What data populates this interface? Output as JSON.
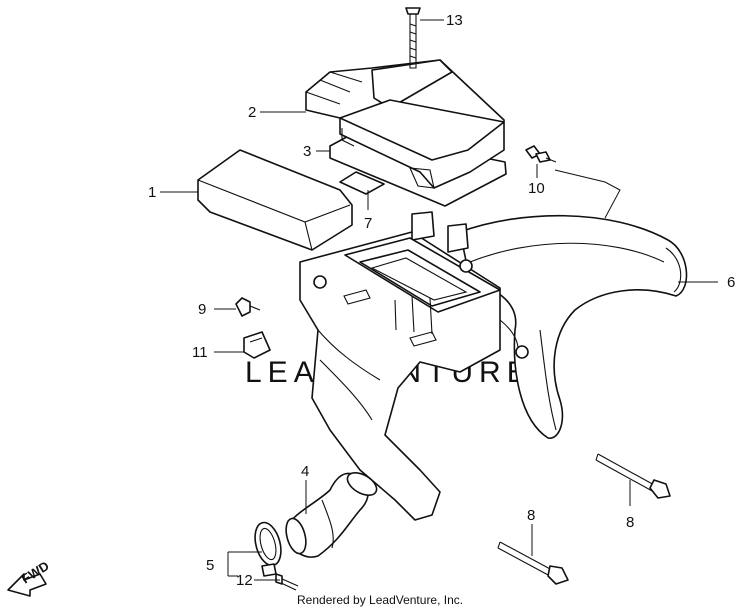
{
  "diagram": {
    "callouts": [
      "1",
      "2",
      "3",
      "4",
      "5",
      "6",
      "7",
      "8",
      "8",
      "9",
      "10",
      "11",
      "12",
      "13"
    ],
    "direction_label": "FWD",
    "watermark": "LEADVENTURE",
    "footer": "Rendered by LeadVenture, Inc."
  }
}
